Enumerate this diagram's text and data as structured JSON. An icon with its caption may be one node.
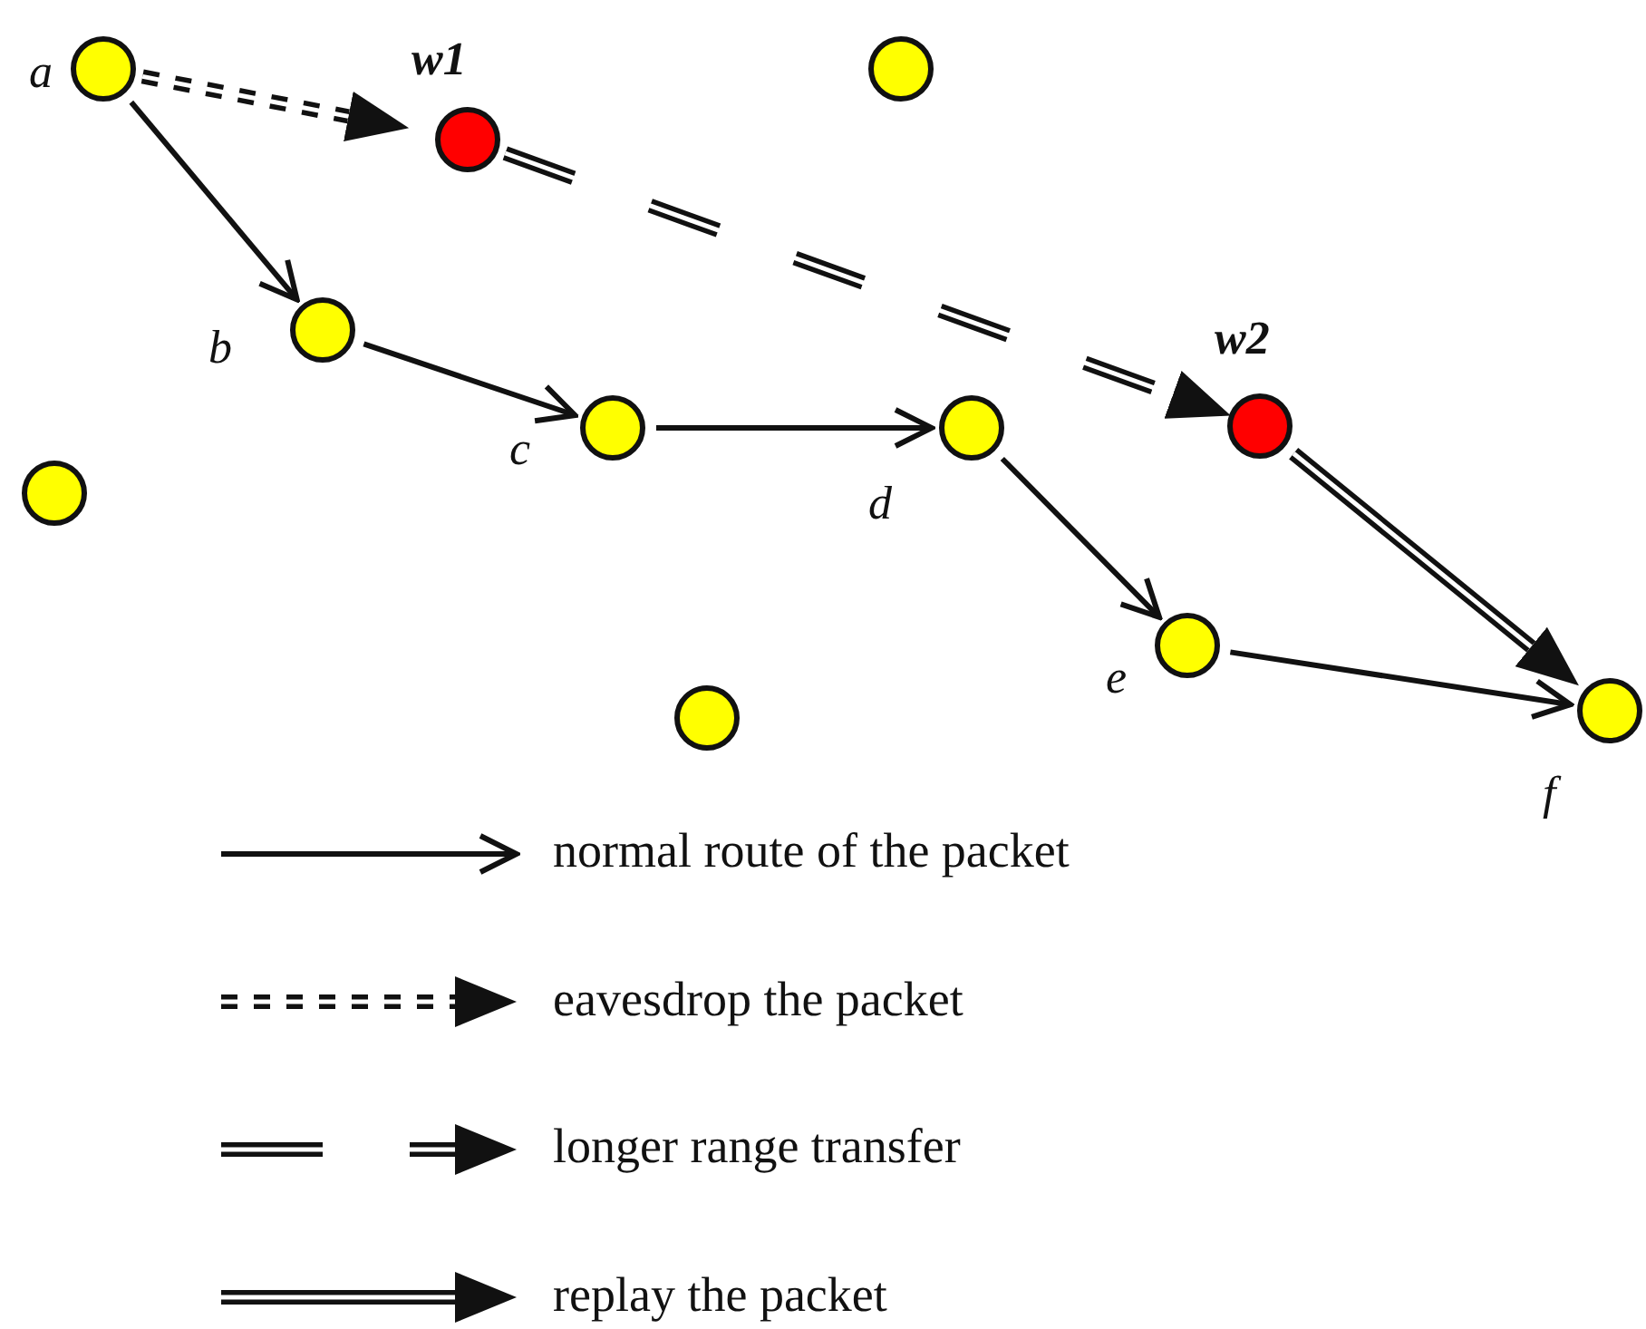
{
  "diagram": {
    "nodes": [
      {
        "text": [],
        "shape": "circle",
        "beside": [
          "a"
        ]
      },
      {
        "text": [],
        "shape": "circle",
        "beside": [
          "w1"
        ]
      },
      {
        "text": [],
        "shape": "circle"
      },
      {
        "text": [],
        "shape": "circle",
        "beside": [
          "b"
        ]
      },
      {
        "text": [],
        "shape": "circle",
        "beside": [
          "c"
        ]
      },
      {
        "text": [],
        "shape": "circle",
        "beside": [
          "d"
        ]
      },
      {
        "text": [],
        "shape": "circle",
        "beside": [
          "w2"
        ]
      },
      {
        "text": [],
        "shape": "circle"
      },
      {
        "text": [],
        "shape": "circle",
        "beside": [
          "e"
        ]
      },
      {
        "text": [],
        "shape": "circle"
      },
      {
        "text": [],
        "shape": "circle",
        "beside": [
          "f"
        ]
      }
    ],
    "edges": [
      {
        "from": 0,
        "to": 1,
        "arrow": "to",
        "style": "dashed"
      },
      {
        "from": 1,
        "to": 6,
        "arrow": "to",
        "style": "dashed"
      },
      {
        "from": 6,
        "to": 10,
        "arrow": "to",
        "style": "thick"
      },
      {
        "from": 0,
        "to": 3,
        "arrow": "to"
      },
      {
        "from": 3,
        "to": 4,
        "arrow": "to"
      },
      {
        "from": 4,
        "to": 5,
        "arrow": "to"
      },
      {
        "from": 5,
        "to": 8,
        "arrow": "to"
      },
      {
        "from": 8,
        "to": 10,
        "arrow": "to"
      }
    ],
    "legend": [
      {
        "text": "normal route of the packet"
      },
      {
        "text": "eavesdrop the packet"
      },
      {
        "text": "longer range transfer"
      },
      {
        "text": "replay the packet"
      }
    ]
  }
}
